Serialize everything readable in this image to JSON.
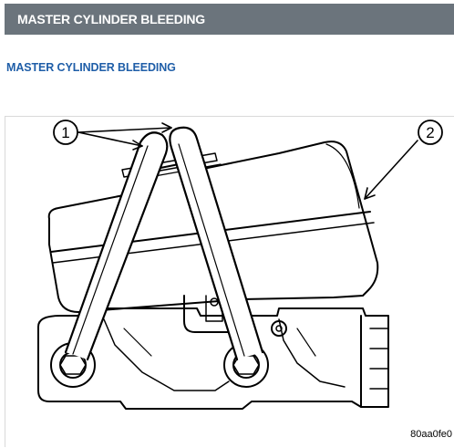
{
  "header": {
    "title": "MASTER CYLINDER BLEEDING"
  },
  "section": {
    "heading": "MASTER CYLINDER BLEEDING"
  },
  "figure": {
    "callouts": [
      "1",
      "2"
    ],
    "code": "80aa0fe0"
  }
}
